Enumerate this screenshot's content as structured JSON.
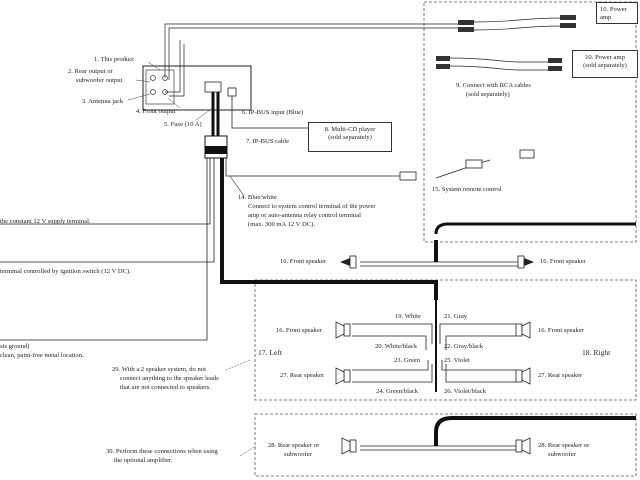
{
  "labels": {
    "this_product": "1. This product",
    "rear_output": "2. Rear output or",
    "rear_output_2": "subwoofer output",
    "antenna_jack": "3. Antenna jack",
    "front_output": "4. Front output",
    "fuse": "5. Fuse (10 A)",
    "ipbus_input": "6. IP-BUS input (Blue)",
    "ipbus_cable": "7. IP-BUS cable",
    "multi_cd_1": "8. Multi-CD player",
    "multi_cd_2": "(sold separately)",
    "rca_1": "9. Connect with RCA cables",
    "rca_2": "(sold separately)",
    "power_amp_top": "10. Power amp",
    "power_amp_1": "10. Power amp",
    "power_amp_2": "(sold separately)",
    "system_remote": "15. System remote control",
    "blue_white_1": "14. Blue/white",
    "blue_white_2": "Connect to system control terminal of the power",
    "blue_white_3": "amp or auto-antenna relay control terminal",
    "blue_white_4": "(max. 300 mA 12 V DC).",
    "constant_12v": "the constant 12 V supply terminal.",
    "ignition": "terminal controlled by ignition switch (12 V DC).",
    "chassis_1": "sis ground)",
    "chassis_2": "clean, paint-free metal location.",
    "front_speaker_16_left": "16. Front speaker",
    "front_speaker_16_right": "16. Front speaker",
    "front_speaker_left": "16. Front speaker",
    "front_speaker_right": "16. Front speaker",
    "rear_speaker_left": "27. Rear speaker",
    "rear_speaker_right": "27. Rear speaker",
    "left": "17. Left",
    "right": "18. Right",
    "w19": "19. White",
    "w20": "20. White/black",
    "w21": "21. Gray",
    "w22": "22. Gray/black",
    "w23": "23. Green",
    "w24": "24. Green/black",
    "w25": "25. Violet",
    "w26": "26. Violet/black",
    "note_29_1": "29. With a 2 speaker system, do not",
    "note_29_2": "connect anything to the speaker leads",
    "note_29_3": "that are not connected to speakers.",
    "note_30_1": "30. Perform these connections when using",
    "note_30_2": "the optional amplifier.",
    "sub_left_1": "28. Rear speaker or",
    "sub_left_2": "subwoofer",
    "sub_right_1": "28. Rear speaker or",
    "sub_right_2": "subwoofer"
  }
}
